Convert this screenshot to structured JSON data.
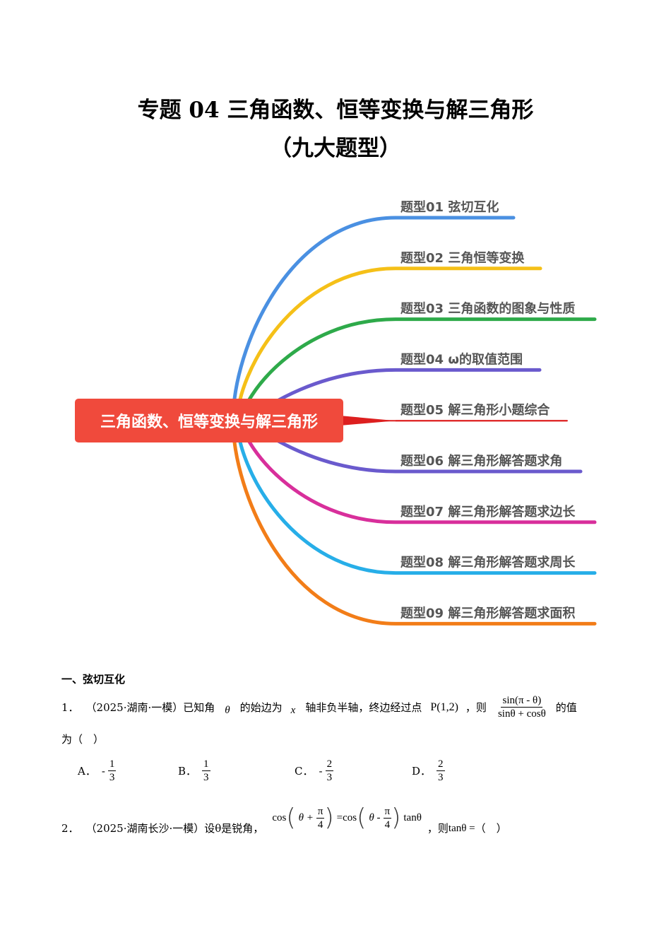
{
  "header": {
    "title_line1": "专题 04 三角函数、恒等变换与解三角形",
    "title_line2": "（九大题型）"
  },
  "mindmap": {
    "root": {
      "label": "三角函数、恒等变换与解三角形",
      "color": "#f04a3c"
    },
    "branches": [
      {
        "label": "题型01 弦切互化",
        "color": "#4a90e2"
      },
      {
        "label": "题型02 三角恒等变换",
        "color": "#f5c018"
      },
      {
        "label": "题型03 三角函数的图象与性质",
        "color": "#2eaa4a"
      },
      {
        "label": "题型04 ω的取值范围",
        "color": "#6a5acd"
      },
      {
        "label": "题型05 解三角形小题综合",
        "color": "#dd1f1f"
      },
      {
        "label": "题型06 解三角形解答题求角",
        "color": "#6a5acd"
      },
      {
        "label": "题型07 解三角形解答题求边长",
        "color": "#d82f9b"
      },
      {
        "label": "题型08 解三角形解答题求周长",
        "color": "#27aee8"
      },
      {
        "label": "题型09 解三角形解答题求面积",
        "color": "#f27d18"
      }
    ]
  },
  "section": {
    "heading": "一、弦切互化"
  },
  "questions": [
    {
      "number": "1．",
      "source": "（2025·湖南·一模）",
      "text_a": "已知角",
      "var_theta": "θ",
      "text_b": "的始边为",
      "var_x": "x",
      "text_c": "轴非负半轴，终边经过点",
      "point": "P(1,2)",
      "text_d": "，则",
      "frac_num": "sin(π - θ)",
      "frac_den": "sinθ + cosθ",
      "text_e": "的值",
      "text_f": "为（　）",
      "options": [
        {
          "label": "A．",
          "sign": "-",
          "num": "1",
          "den": "3"
        },
        {
          "label": "B．",
          "sign": "",
          "num": "1",
          "den": "3"
        },
        {
          "label": "C．",
          "sign": "-",
          "num": "2",
          "den": "3"
        },
        {
          "label": "D．",
          "sign": "",
          "num": "2",
          "den": "3"
        }
      ]
    },
    {
      "number": "2．",
      "source": "（2025·湖南长沙·一模）",
      "text_a": "设θ是锐角，",
      "eq_left_fn": "cos",
      "eq_left_var": "θ +",
      "eq_pi": "π",
      "eq_four": "4",
      "eq_eq": "=cos",
      "eq_right_var": "θ -",
      "eq_tan": "tanθ",
      "text_b": "，则",
      "ask": "tanθ =",
      "text_c": "（　）"
    }
  ]
}
